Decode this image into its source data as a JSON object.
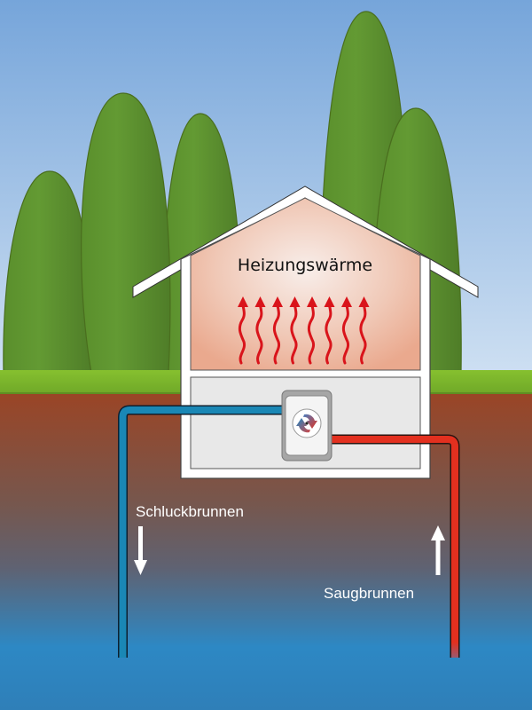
{
  "diagram": {
    "type": "groundwater heat pump illustration",
    "house_label": "Heizungswärme",
    "heat_arrow_count": 8,
    "wells": {
      "return": {
        "label": "Schluckbrunnen",
        "flow_direction": "down",
        "pipe_color": "#1a87b5"
      },
      "supply": {
        "label": "Saugbrunnen",
        "flow_direction": "up",
        "pipe_color": "#e3301f"
      }
    },
    "device": {
      "icon": "heat-exchange-cycle-icon"
    },
    "colors": {
      "sky_top": "#76a5da",
      "sky_bottom": "#cddff2",
      "tree": "#5e922f",
      "tree_outline": "#4a6e1e",
      "grass": "#7ab82b",
      "soil_top": "#9a4526",
      "soil_mid": "#6f5e64",
      "groundwater": "#2d88c4",
      "heat_arrow": "#d9141b",
      "room_warm": "#eeb59f"
    }
  }
}
